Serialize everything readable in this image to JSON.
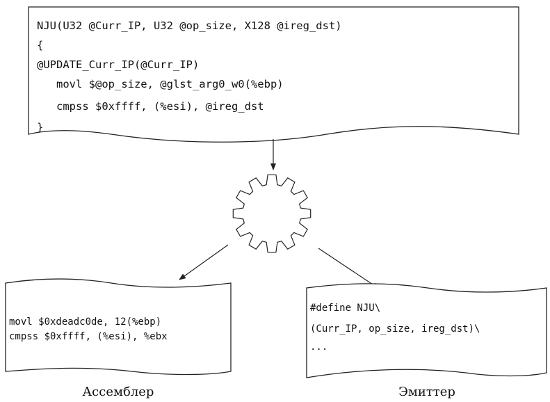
{
  "source_template": {
    "lines": [
      "NJU(U32 @Curr_IP, U32 @op_size, X128 @ireg_dst)",
      "{",
      "@UPDATE_Curr_IP(@Curr_IP)",
      "   movl $@op_size, @glst_arg0_w0(%ebp)",
      "   cmpss $0xffff, (%esi), @ireg_dst",
      "}"
    ]
  },
  "processor": {
    "icon": "gear-icon"
  },
  "outputs": {
    "assembler": {
      "lines": [
        "movl $0xdeadc0de, 12(%ebp)",
        "cmpss $0xffff, (%esi), %ebx"
      ],
      "caption": "Ассемблер"
    },
    "emitter": {
      "lines": [
        "#define NJU\\",
        "(Curr_IP, op_size, ireg_dst)\\",
        "..."
      ],
      "caption": "Эмиттер"
    }
  }
}
